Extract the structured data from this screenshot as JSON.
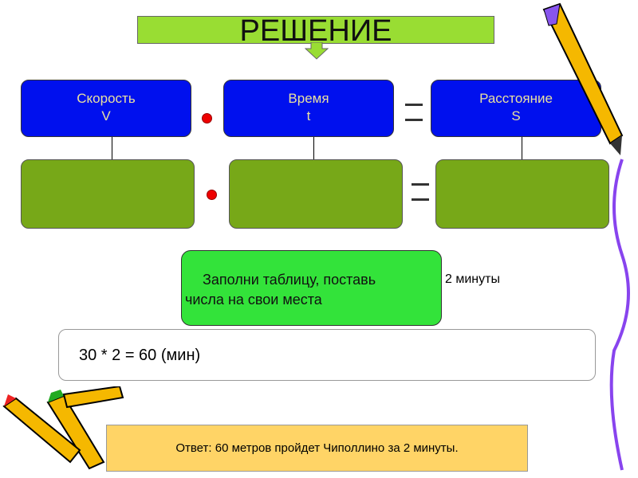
{
  "title": "РЕШЕНИЕ",
  "boxes": [
    {
      "name": "Скорость",
      "symbol": "V"
    },
    {
      "name": "Время",
      "symbol": "t"
    },
    {
      "name": "Расстояние",
      "symbol": "S"
    }
  ],
  "hidden_text_fragment": "2 минуты",
  "hint": {
    "line1": "Заполни таблицу, поставь",
    "line2": "числа на свои места"
  },
  "calculation": "30 * 2 = 60 (мин)",
  "answer": "Ответ: 60 метров пройдет Чиполлино за 2 минуты.",
  "colors": {
    "title": "#99dd33",
    "blue": "#0010ee",
    "green": "#77a818",
    "hint": "#33e33a",
    "answer": "#ffd466"
  }
}
